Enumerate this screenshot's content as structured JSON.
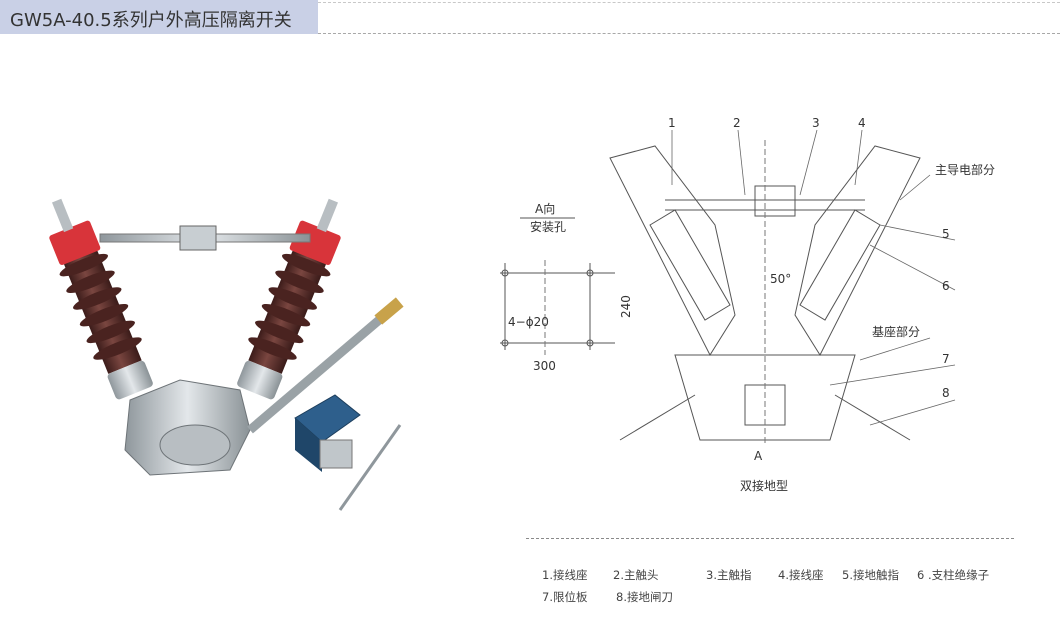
{
  "header": {
    "title": "GW5A-40.5系列户外高压隔离开关"
  },
  "drawing": {
    "callouts": [
      "1",
      "2",
      "3",
      "4",
      "5",
      "6",
      "7",
      "8"
    ],
    "labels": {
      "main_conductive": "主导电部分",
      "base": "基座部分",
      "angle": "50°",
      "view": "A",
      "caption": "双接地型"
    },
    "mount": {
      "title_top": "A向",
      "title_bottom": "安装孔",
      "holes": "4−ϕ20",
      "width": "300",
      "height": "240"
    }
  },
  "legend": {
    "row1": [
      "1.接线座",
      "2.主触头",
      "3.主触指",
      "4.接线座",
      "5.接地触指",
      "6 .支柱绝缘子"
    ],
    "row2": [
      "7.限位板",
      "8.接地闸刀"
    ]
  },
  "colors": {
    "title_bg": "#c9d0e6",
    "insulator": "#5a2e2a",
    "terminal_red": "#d8343a",
    "line": "#555555"
  }
}
